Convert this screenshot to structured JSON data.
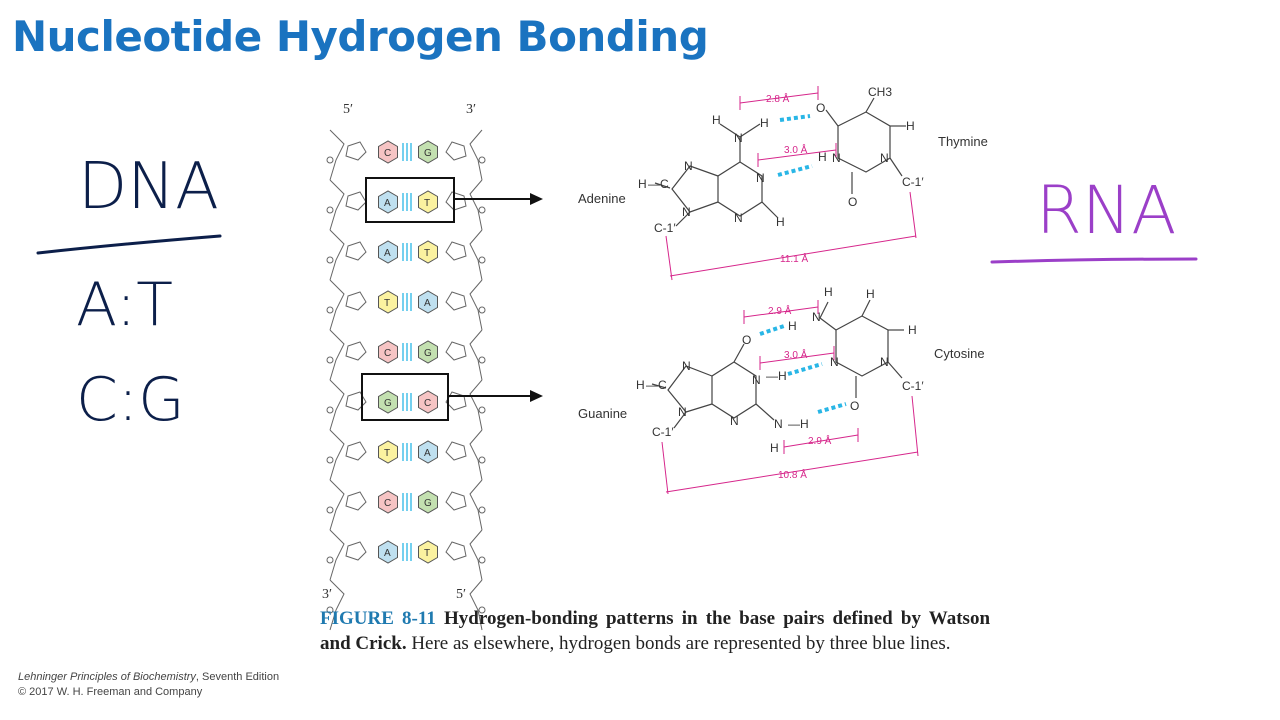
{
  "slide": {
    "title": "Nucleotide Hydrogen Bonding"
  },
  "handwriting": {
    "left_header": "DNA",
    "pair_1": "A:T",
    "pair_2": "C:G",
    "right_header": "RNA"
  },
  "figure": {
    "strand_labels": {
      "top_left": "5′",
      "top_right": "3′",
      "bottom_left": "3′",
      "bottom_right": "5′"
    },
    "helix_pairs": [
      {
        "left": "C",
        "right": "G"
      },
      {
        "left": "A",
        "right": "T"
      },
      {
        "left": "A",
        "right": "T"
      },
      {
        "left": "T",
        "right": "A"
      },
      {
        "left": "C",
        "right": "G"
      },
      {
        "left": "G",
        "right": "C"
      },
      {
        "left": "T",
        "right": "A"
      },
      {
        "left": "C",
        "right": "G"
      },
      {
        "left": "A",
        "right": "T"
      }
    ],
    "base_colors": {
      "A": "#bfe0f0",
      "T": "#fbf2a0",
      "C": "#f6c4c4",
      "G": "#c3e0b0"
    },
    "at_pair": {
      "left_name": "Adenine",
      "right_name": "Thymine",
      "dist_top": "2.8 Å",
      "dist_mid": "3.0 Å",
      "dist_total": "11.1 Å",
      "atoms": {
        "ch3": "CH3",
        "sugar": "C-1′"
      }
    },
    "gc_pair": {
      "left_name": "Guanine",
      "right_name": "Cytosine",
      "dist_top": "2.9 Å",
      "dist_mid": "3.0 Å",
      "dist_bottom": "2.9 Å",
      "dist_total": "10.8 Å",
      "atoms": {
        "sugar": "C-1′"
      }
    },
    "colors": {
      "hbond": "#29b6e6",
      "dimension": "#d6268b",
      "title": "#1a73c0",
      "handwriting_dna": "#0c1f4a",
      "handwriting_rna": "#9b3fc8"
    }
  },
  "caption": {
    "figure_number": "FIGURE 8-11",
    "bold_text": "Hydrogen-bonding patterns in the base pairs defined by Watson and Crick.",
    "body_text": "Here as elsewhere, hydrogen bonds are represented by three blue lines."
  },
  "credit": {
    "book_title": "Lehninger Principles of Biochemistry",
    "edition": ", Seventh Edition",
    "copyright": "© 2017 W. H. Freeman and Company"
  }
}
